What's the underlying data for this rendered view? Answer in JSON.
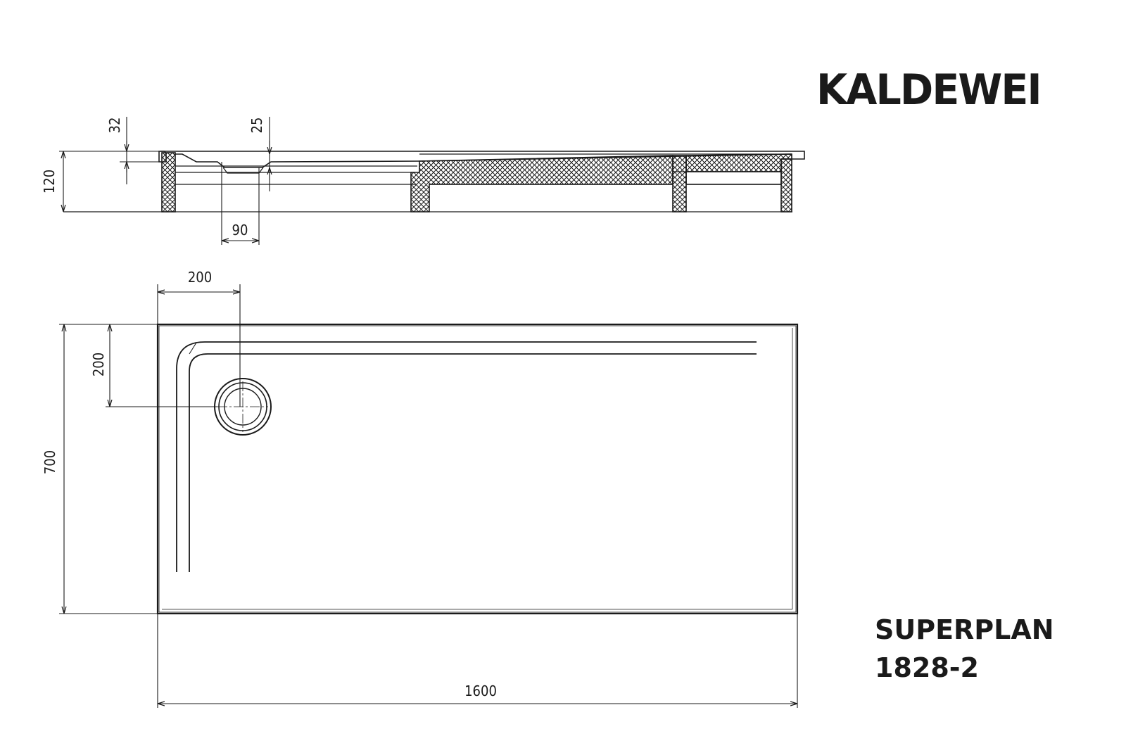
{
  "brand": "KALDEWEI",
  "product": {
    "name": "SUPERPLAN",
    "code": "1828-2"
  },
  "dimensions": {
    "height_total": "120",
    "top_offset_32": "32",
    "top_offset_25": "25",
    "drain_diameter": "90",
    "drain_x": "200",
    "drain_y": "200",
    "width": "700",
    "length": "1600"
  },
  "colors": {
    "line": "#1a1a1a",
    "hatch": "#1a1a1a",
    "background": "#ffffff"
  }
}
